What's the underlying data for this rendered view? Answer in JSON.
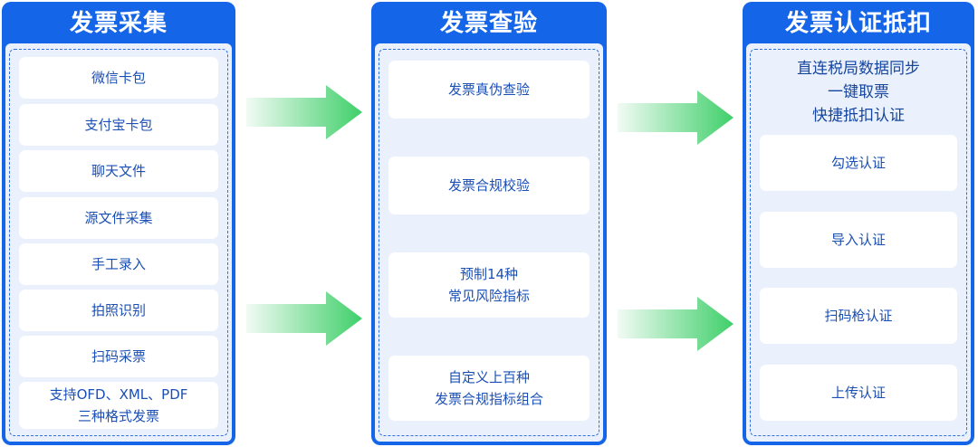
{
  "columns": [
    {
      "title": "发票采集",
      "items": [
        [
          "微信卡包"
        ],
        [
          "支付宝卡包"
        ],
        [
          "聊天文件"
        ],
        [
          "源文件采集"
        ],
        [
          "手工录入"
        ],
        [
          "拍照识别"
        ],
        [
          "扫码采票"
        ],
        [
          "支持OFD、XML、PDF",
          "三种格式发票"
        ]
      ]
    },
    {
      "title": "发票查验",
      "items": [
        [
          "发票真伪查验"
        ],
        [
          "发票合规校验"
        ],
        [
          "预制14种",
          "常见风险指标"
        ],
        [
          "自定义上百种",
          "发票合规指标组合"
        ]
      ]
    },
    {
      "title": "发票认证抵扣",
      "sync_lines": [
        "直连税局数据同步",
        "一键取票",
        "快捷抵扣认证"
      ],
      "items": [
        [
          "勾选认证"
        ],
        [
          "导入认证"
        ],
        [
          "扫码枪认证"
        ],
        [
          "上传认证"
        ]
      ]
    }
  ],
  "colors": {
    "panel_blue": "#1565e8",
    "inner_bg": "#eaf1fd",
    "item_text": "#1a4fb5",
    "arrow_green_start": "#f2fbf4",
    "arrow_green_end": "#3fcf6a"
  }
}
